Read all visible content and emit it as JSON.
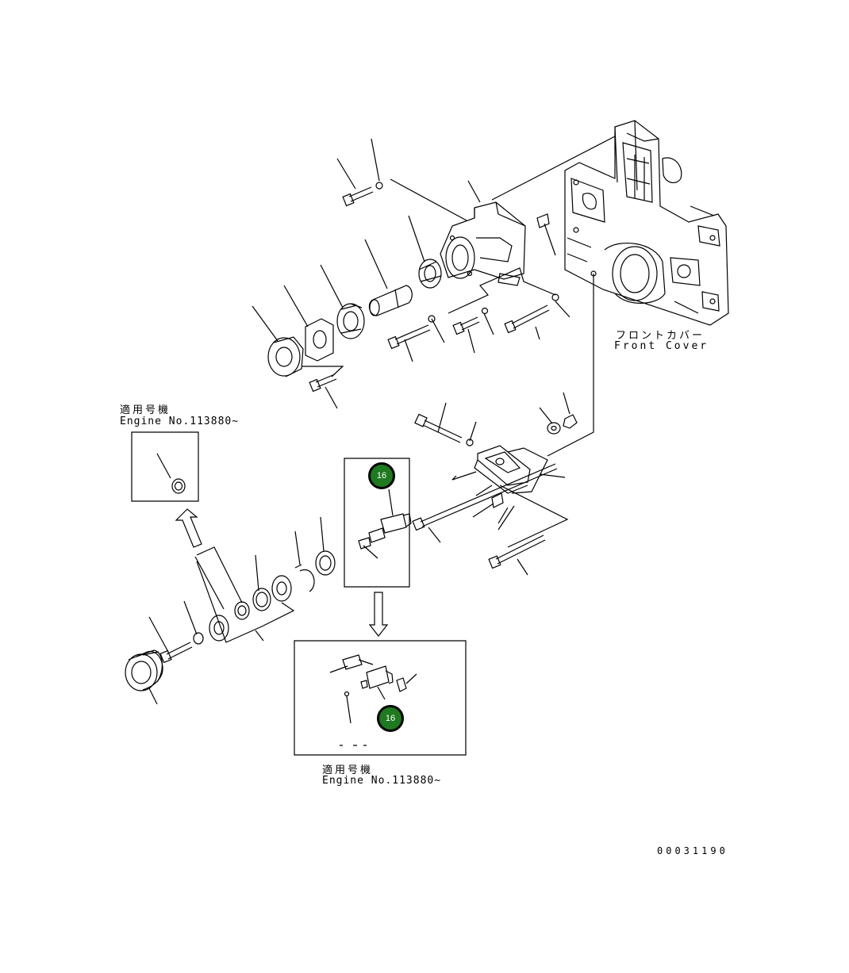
{
  "labels": {
    "front_cover_jp": "フロントカバー",
    "front_cover_en": "Front Cover",
    "applicable_jp_1": "適用号機",
    "engine_no_1": "Engine No.113880~",
    "applicable_jp_2": "適用号機",
    "engine_no_2": "Engine No.113880~",
    "drawing_no": "00031190"
  },
  "markers": [
    {
      "id": "marker-top",
      "label": "16"
    },
    {
      "id": "marker-bottom",
      "label": "16"
    }
  ],
  "colors": {
    "line": "#000000",
    "marker_fill": "#1e7a1e",
    "background": "#ffffff"
  }
}
